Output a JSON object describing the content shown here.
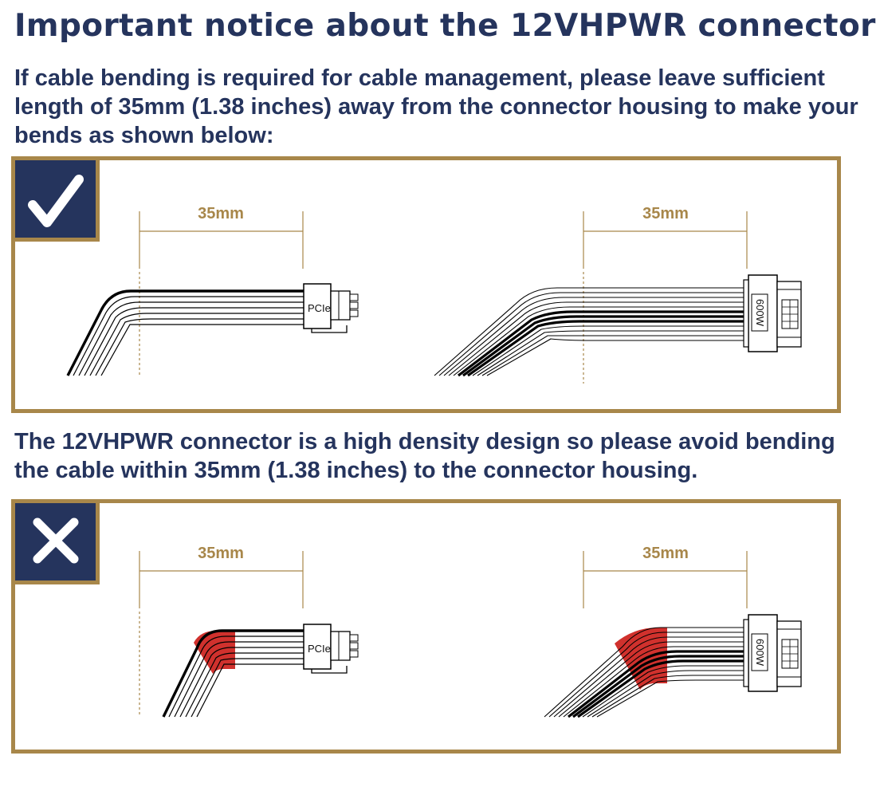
{
  "notice": {
    "title": "Important notice about the 12VHPWR connector",
    "intro": "If cable bending is required for cable management, please leave sufficient length of 35mm (1.38 inches) away from the connector housing to make your bends as shown below:",
    "warning": "The 12VHPWR connector is a high density design so please avoid bending the cable within 35mm (1.38 inches) to the connector housing."
  },
  "correct_panel": {
    "badge_icon": "checkmark-icon",
    "left_dimension": "35mm",
    "right_dimension": "35mm",
    "left_connector": "PCIe",
    "right_connector": "600W"
  },
  "incorrect_panel": {
    "badge_icon": "cross-icon",
    "left_dimension": "35mm",
    "right_dimension": "35mm",
    "left_connector": "PCIe",
    "right_connector": "600W"
  },
  "colors": {
    "navy": "#25345d",
    "gold": "#a8874a",
    "bend_highlight": "#d0312d"
  }
}
